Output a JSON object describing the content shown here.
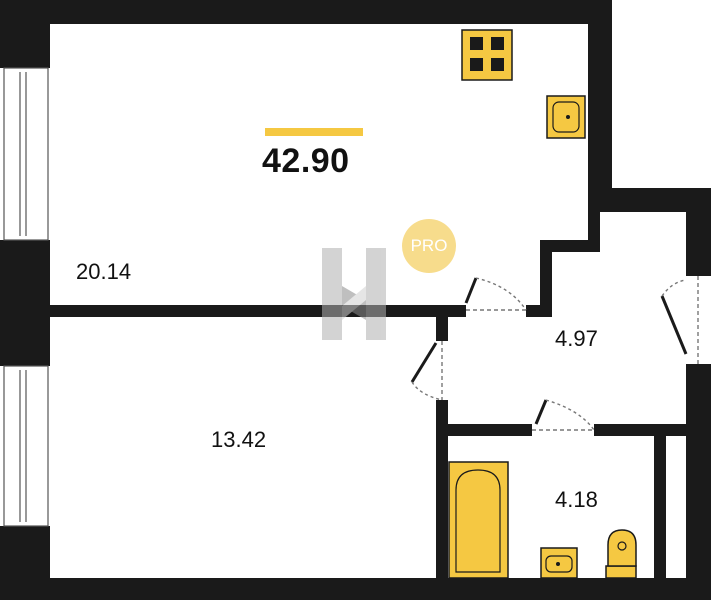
{
  "plan": {
    "total_area": "42.90",
    "rooms": [
      {
        "name": "room-living",
        "area": "20.14"
      },
      {
        "name": "room-hall",
        "area": "4.97"
      },
      {
        "name": "room-bedroom",
        "area": "13.42"
      },
      {
        "name": "room-bathroom",
        "area": "4.18"
      }
    ],
    "badge": "PRO"
  },
  "colors": {
    "wall": "#1a1a1a",
    "accent": "#f5c842",
    "fixture": "#f5c842",
    "badge": "#f7dc8c"
  },
  "icons": [
    "stove-icon",
    "kitchen-sink-icon",
    "bathtub-icon",
    "washbasin-icon",
    "toilet-icon",
    "watermark-logo-icon",
    "door-swing-icon",
    "window-icon"
  ]
}
